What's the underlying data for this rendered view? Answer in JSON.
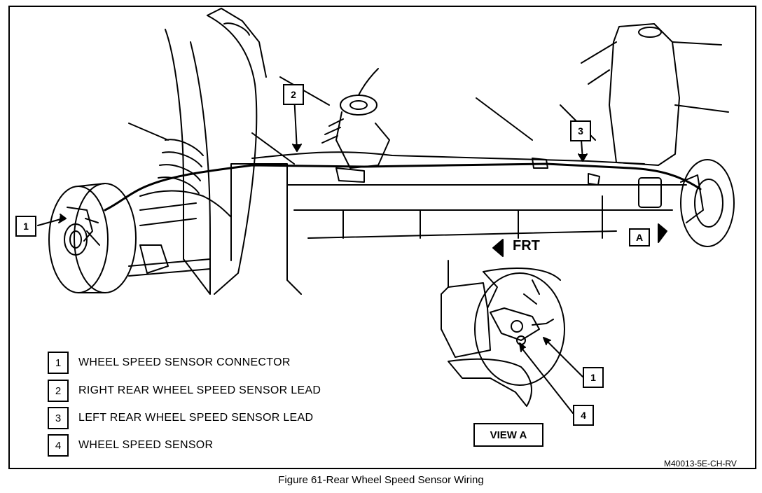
{
  "figure": {
    "caption": "Figure 61-Rear Wheel Speed Sensor Wiring",
    "code": "M40013-5E-CH-RV",
    "direction_label": "FRT",
    "view_label": "VIEW A",
    "view_marker": "A"
  },
  "callouts": {
    "c1_main": "1",
    "c2": "2",
    "c3": "3",
    "c1_view": "1",
    "c4_view": "4"
  },
  "legend": [
    {
      "number": "1",
      "text": "WHEEL SPEED SENSOR CONNECTOR"
    },
    {
      "number": "2",
      "text": "RIGHT REAR WHEEL SPEED SENSOR LEAD"
    },
    {
      "number": "3",
      "text": "LEFT REAR WHEEL SPEED SENSOR LEAD"
    },
    {
      "number": "4",
      "text": "WHEEL SPEED SENSOR"
    }
  ]
}
